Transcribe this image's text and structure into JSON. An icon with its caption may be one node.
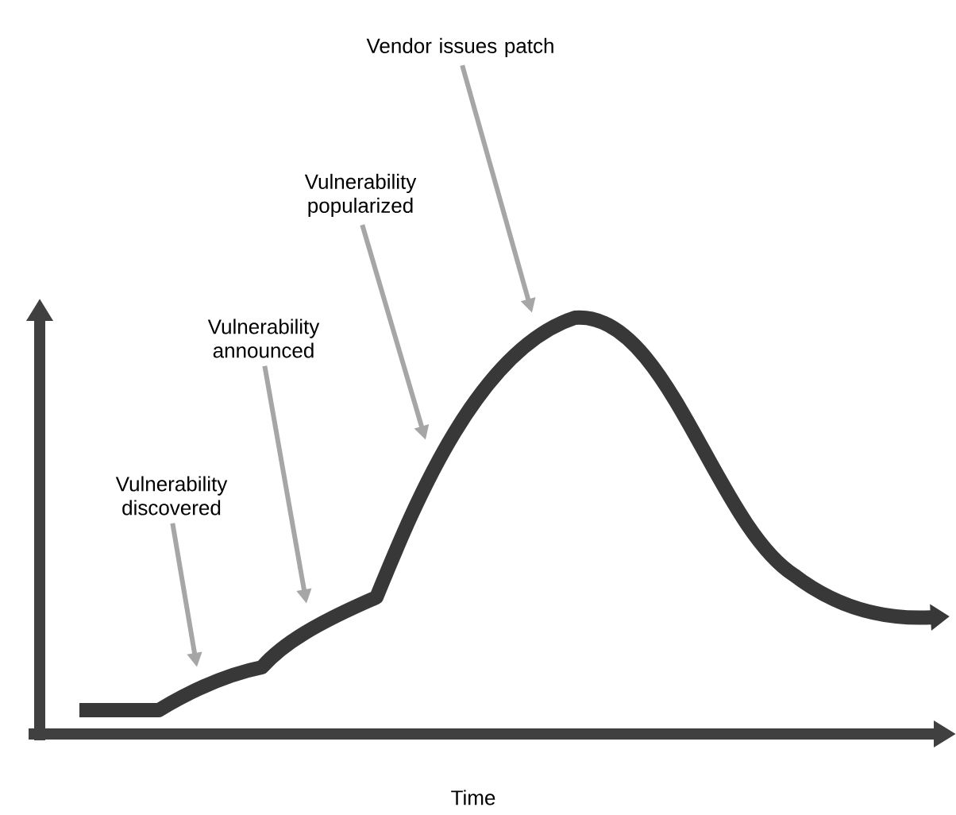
{
  "diagram": {
    "nodes": [
      {
        "text": [
          "Vulnerability discovered"
        ]
      },
      {
        "text": [
          "Vulnerability announced"
        ]
      },
      {
        "text": [
          "Vulnerability popularized"
        ]
      },
      {
        "text": [
          "Vendor issues patch"
        ]
      }
    ],
    "edges": [
      {
        "from": 0,
        "to": null,
        "arrow": "to"
      },
      {
        "from": 1,
        "to": null,
        "arrow": "to"
      },
      {
        "from": 2,
        "to": null,
        "arrow": "to"
      },
      {
        "from": 3,
        "to": null,
        "arrow": "to"
      }
    ],
    "labels": [
      "Time"
    ]
  }
}
